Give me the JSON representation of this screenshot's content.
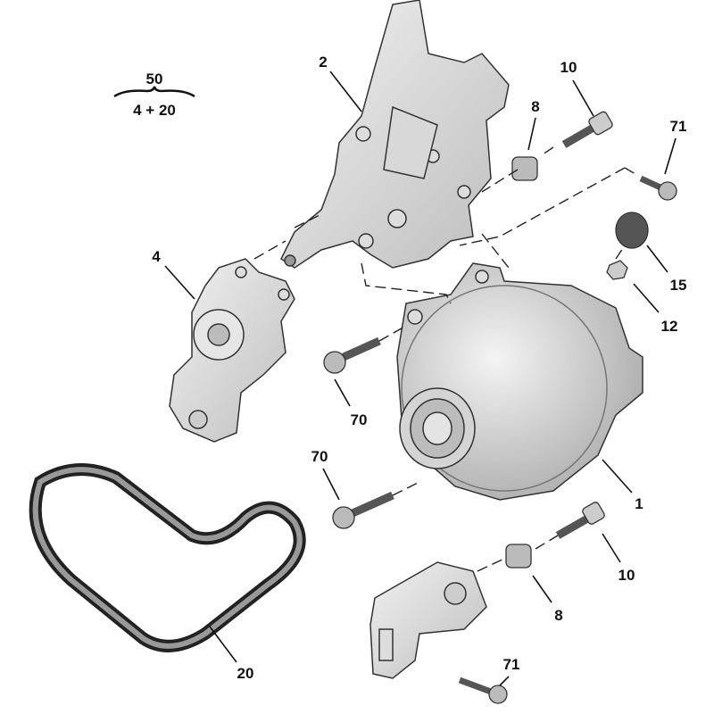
{
  "diagram": {
    "subset_note": {
      "top": "50",
      "bottom": "4 + 20"
    },
    "callouts": {
      "bracket": "2",
      "bolt_top": "10",
      "spacer_top": "8",
      "bolt_71_top": "71",
      "cap": "15",
      "nut": "12",
      "tensioner": "4",
      "bolt_70_upper": "70",
      "bolt_70_lower": "70",
      "alternator": "1",
      "bolt_bottom": "10",
      "spacer_bottom": "8",
      "bolt_71_bottom": "71",
      "belt": "20"
    }
  }
}
